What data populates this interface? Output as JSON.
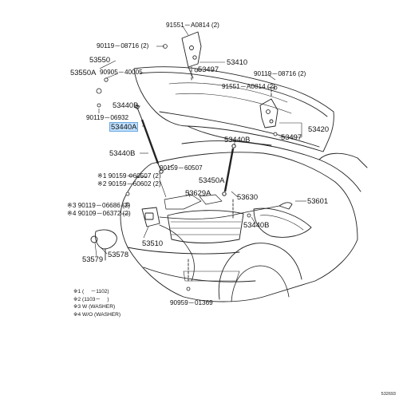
{
  "parts": {
    "p91551_top": "91551－A0814 (2)",
    "p90119_08716": "90119－08716 (2)",
    "p53550": "53550",
    "p53550a": "53550A",
    "p90905": "90905－40005",
    "p53497_top": "53497",
    "p53410": "53410",
    "p90119_08716_right": "90119－08716 (2)",
    "p91551_right": "91551－A0814 (2)",
    "p53440b_top": "53440B",
    "p90119_06932": "90119－06932",
    "p53440a": "53440A",
    "p53420": "53420",
    "p53497_right": "53497",
    "p53440b_mid": "53440B",
    "p53440b_left": "53440B",
    "p90159_60507_a": "90159－60507",
    "p90159_60507_b": "※1 90159－60507 (2)",
    "p90159_60602": "※2 90159－60602 (2)",
    "p53450a": "53450A",
    "p53629a": "53629A",
    "p53630": "53630",
    "p53601": "53601",
    "p90119_06686": "※3 90119－06686 (2)",
    "p90109_06372": "※4 90109－06372 (2)",
    "p53440b_bottom": "53440B",
    "p53510": "53510",
    "p53578": "53578",
    "p53579": "53579",
    "p90959": "90959－01369"
  },
  "legend": [
    "※1 (　 －1102)",
    "※2 (1103－　 )",
    "※3 W (WASHER)",
    "※4 W/O (WASHER)"
  ],
  "drawing_code": "532693"
}
